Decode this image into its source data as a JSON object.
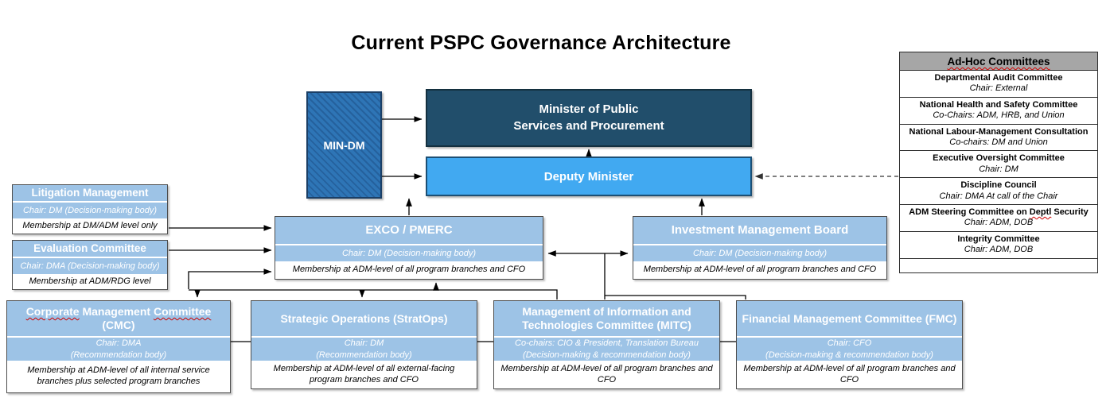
{
  "title": "Current PSPC Governance Architecture",
  "colors": {
    "light_blue_band": "#9DC3E6",
    "bright_blue": "#41A9F1",
    "navy": "#214E6B",
    "medium_blue_hatched": "#2E75B6",
    "adhoc_header_gray": "#A6A6A6",
    "spellcheck_red": "#D00000"
  },
  "nodes": {
    "min_dm": "MIN-DM",
    "minister_line1": "Minister of Public",
    "minister_line2": "Services and Procurement",
    "deputy_minister": "Deputy Minister"
  },
  "committees": {
    "litigation": {
      "title": "Litigation Management",
      "chair1": "Chair: DM (Decision-making body)",
      "membership": "Membership at DM/ADM level only"
    },
    "evaluation": {
      "title": "Evaluation Committee",
      "chair1": "Chair: DMA (Decision-making body)",
      "membership": "Membership at ADM/RDG level"
    },
    "exco": {
      "title": "EXCO / PMERC",
      "chair1": "Chair: DM (Decision-making body)",
      "membership": "Membership at ADM-level of all program branches and CFO"
    },
    "imb": {
      "title": "Investment Management Board",
      "chair1": "Chair: DM (Decision-making body)",
      "membership": "Membership at ADM-level of all program branches and CFO"
    },
    "cmc": {
      "title_part1": "Corporate",
      "title_part2": " Management ",
      "title_part3": "Committee",
      "title_part4": " (CMC)",
      "chair1": "Chair: DMA",
      "chair2": "(Recommendation body)",
      "membership": "Membership at ADM-level of all internal service branches plus selected program branches"
    },
    "stratops": {
      "title": "Strategic Operations (StratOps)",
      "chair1": "Chair: DM",
      "chair2": "(Recommendation body)",
      "membership": "Membership at ADM-level of all external-facing program branches and CFO"
    },
    "mitc": {
      "title": "Management of Information and Technologies Committee (MITC)",
      "chair1": "Co-chairs: CIO & President, Translation Bureau",
      "chair2": "(Decision-making & recommendation body)",
      "membership": "Membership at ADM-level of all program branches and CFO"
    },
    "fmc": {
      "title": "Financial Management Committee (FMC)",
      "chair1": "Chair: CFO",
      "chair2": "(Decision-making & recommendation body)",
      "membership": "Membership at ADM-level of all program branches and CFO"
    }
  },
  "adhoc": {
    "header": "Ad-Hoc Committees",
    "rows": [
      {
        "name": "Departmental Audit Committee",
        "chair": "Chair: External"
      },
      {
        "name": "National Health and Safety Committee",
        "chair": "Co-Chairs: ADM,  HRB, and Union"
      },
      {
        "name": "National Labour-Management Consultation",
        "chair": "Co-chairs: DM and Union"
      },
      {
        "name": "Executive Oversight Committee",
        "chair": "Chair: DM"
      },
      {
        "name": "Discipline Council",
        "chair": "Chair: DMA At call of the Chair"
      },
      {
        "name_pre": "ADM Steering Committee on ",
        "name_sq": "Deptl",
        "name_post": " Security",
        "chair": "Chair: ADM, DOB"
      },
      {
        "name": "Integrity Committee",
        "chair": "Chair: ADM, DOB"
      }
    ]
  }
}
